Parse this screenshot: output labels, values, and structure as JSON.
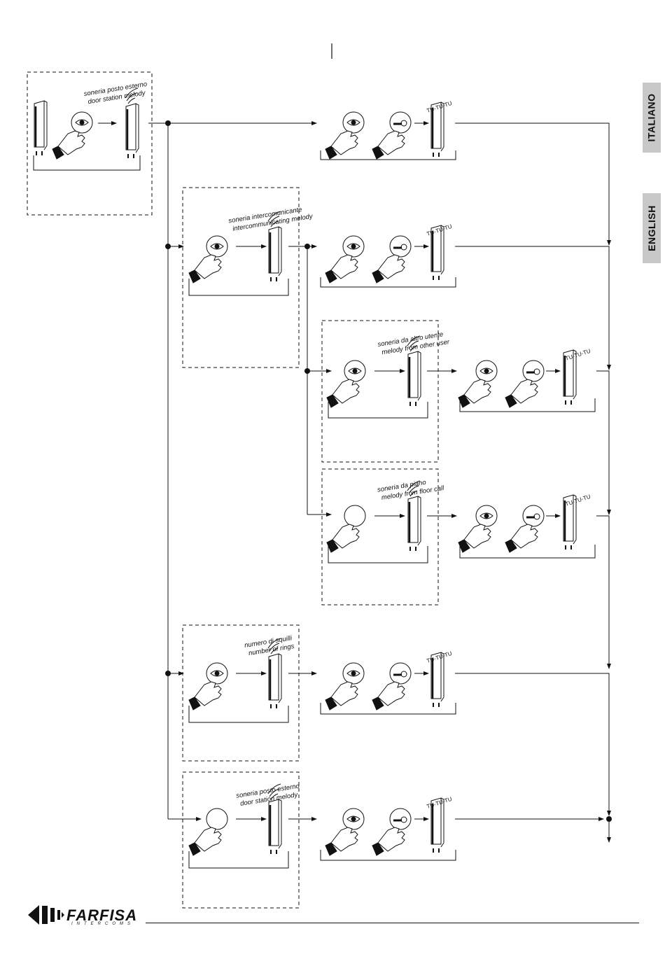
{
  "side_tabs": [
    {
      "label": "ITALIANO"
    },
    {
      "label": "ENGLISH"
    }
  ],
  "brand": {
    "name": "FARFISA",
    "sub": "INTERCOMS"
  },
  "diagram": {
    "tu_label": "TU-TU-TU",
    "boxes": [
      {
        "caption_1": "soneria posto esterno",
        "caption_2": "door station melody"
      },
      {
        "caption_1": "soneria intercomunicante",
        "caption_2": "intercommunicating melody"
      },
      {
        "caption_1": "soneria da altro utente",
        "caption_2": "melody from other user"
      },
      {
        "caption_1": "soneria da piano",
        "caption_2": "melody from floor call"
      },
      {
        "caption_1": "numero di squilli",
        "caption_2": "number of rings"
      },
      {
        "caption_1": "soneria posto esterno",
        "caption_2": "door station melody"
      }
    ]
  }
}
